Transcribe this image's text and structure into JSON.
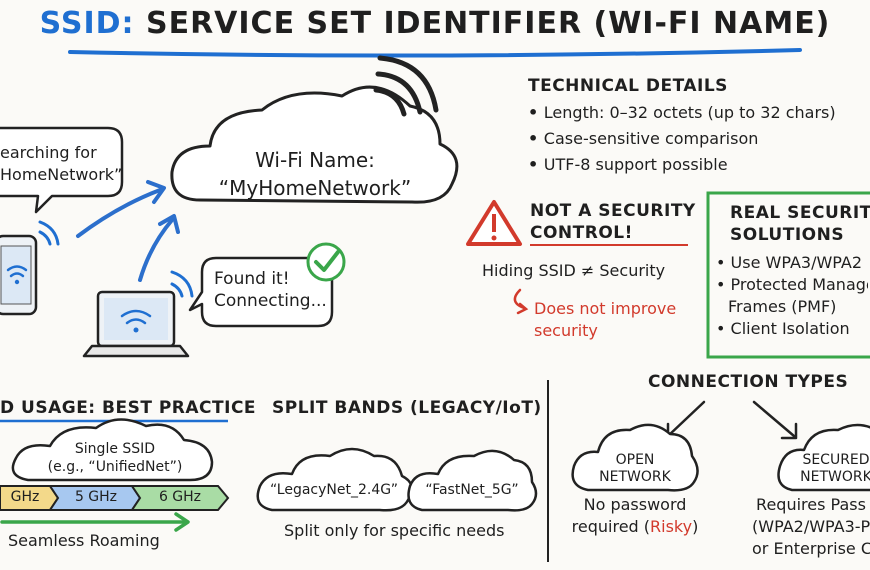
{
  "title": {
    "prefix": "SSID:",
    "main": "SERVICE SET IDENTIFIER (WI-FI NAME)"
  },
  "left": {
    "bubble_search": [
      "earching for",
      "HomeNetwork”"
    ],
    "cloud": {
      "line1": "Wi-Fi Name:",
      "line2": "“MyHomeNetwork”"
    },
    "bubble_found": [
      "Found it!",
      "Connecting..."
    ]
  },
  "technical": {
    "heading": "TECHNICAL DETAILS",
    "items": [
      "Length: 0–32 octets (up to 32 chars)",
      "Case-sensitive comparison",
      "UTF-8 support possible"
    ]
  },
  "security_warning": {
    "heading_line1": "NOT A SECURITY",
    "heading_line2": "CONTROL!",
    "formula": "Hiding SSID ≠ Security",
    "note_line1": "Does not improve",
    "note_line2": "security"
  },
  "real_security": {
    "heading_line1": "REAL SECURITY",
    "heading_line2": "SOLUTIONS",
    "items": [
      "Use WPA3/WPA2",
      "Protected Manage",
      "Frames (PMF)",
      "Client Isolation"
    ]
  },
  "usage": {
    "heading": "D USAGE: BEST PRACTICE",
    "cloud_line1": "Single SSID",
    "cloud_line2": "(e.g., “UnifiedNet”)",
    "bands": [
      "GHz",
      "5 GHz",
      "6 GHz"
    ],
    "roaming": "Seamless Roaming"
  },
  "split": {
    "heading": "SPLIT BANDS (LEGACY/IoT)",
    "cloud1": "“LegacyNet_2.4G”",
    "cloud2": "“FastNet_5G”",
    "caption": "Split only for specific needs"
  },
  "connection": {
    "heading": "CONNECTION TYPES",
    "open_line1": "OPEN",
    "open_line2": "NETWORK",
    "open_desc1": "No password",
    "open_desc2_pre": "required (",
    "open_desc2_red": "Risky",
    "open_desc2_post": ")",
    "secured_line1": "SECURED",
    "secured_line2": "NETWORK",
    "secured_desc1": "Requires Pass",
    "secured_desc2": "(WPA2/WPA3-P",
    "secured_desc3": "or Enterprise Cr"
  },
  "colors": {
    "blue": "#1f6fd1",
    "green": "#3aa64a",
    "red": "#d23a2c"
  }
}
